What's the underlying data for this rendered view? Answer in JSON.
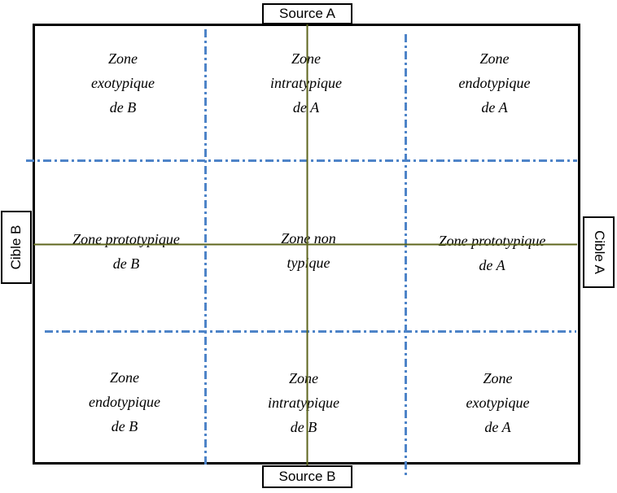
{
  "diagram": {
    "description": "3x3 typological zone diagram between Source A / Source B and Cible A / Cible B"
  },
  "style": {
    "background": "#ffffff",
    "frame_border_color": "#000000",
    "text_color": "#000000",
    "crosshair_color": "#5e661d",
    "divider_color": "#4e84c8",
    "divider_style": "dash-dot"
  },
  "edge_labels": {
    "top": "Source A",
    "bottom": "Source B",
    "left": "Cible B",
    "right": "Cible A"
  },
  "zones": [
    {
      "name": "zone-exotypique-de-B",
      "lines": [
        "Zone",
        "exotypique",
        "de B"
      ]
    },
    {
      "name": "zone-intratypique-de-A",
      "lines": [
        "Zone",
        "intratypique",
        "de A"
      ]
    },
    {
      "name": "zone-endotypique-de-A",
      "lines": [
        "Zone",
        "endotypique",
        "de A"
      ]
    },
    {
      "name": "zone-prototypique-de-B",
      "lines": [
        "Zone prototypique",
        "de B"
      ]
    },
    {
      "name": "zone-non-typique",
      "lines": [
        "Zone non",
        "typique"
      ]
    },
    {
      "name": "zone-prototypique-de-A",
      "lines": [
        "Zone prototypique",
        "de A"
      ]
    },
    {
      "name": "zone-endotypique-de-B",
      "lines": [
        "Zone",
        "endotypique",
        "de B"
      ]
    },
    {
      "name": "zone-intratypique-de-B",
      "lines": [
        "Zone",
        "intratypique",
        "de B"
      ]
    },
    {
      "name": "zone-exotypique-de-A",
      "lines": [
        "Zone",
        "exotypique",
        "de A"
      ]
    }
  ]
}
